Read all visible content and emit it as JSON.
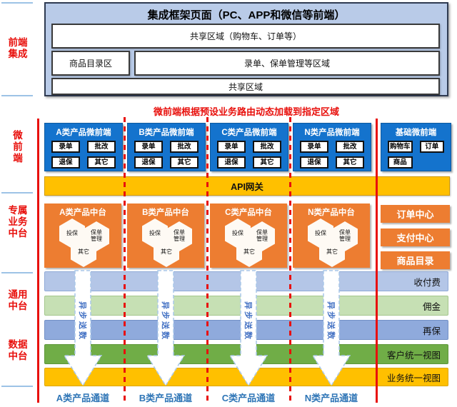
{
  "sections": {
    "frontend": {
      "label": "前端集成"
    },
    "micro": {
      "label": "微前端"
    },
    "business": {
      "label": "专属业务中台"
    },
    "common": {
      "label": "通用中台"
    },
    "data": {
      "label": "数据中台"
    }
  },
  "integration_frame": {
    "title": "集成框架页面（PC、APP和微信等前端）",
    "shared_top": "共享区域（购物车、订单等）",
    "catalog_area": "商品目录区",
    "order_area": "录单、保单管理等区域",
    "shared_bottom": "共享区域"
  },
  "routing_note": "微前端根据预设业务路由动态加载到指定区域",
  "micro_frontends": [
    {
      "title": "A类产品微前端",
      "chips": [
        "录单",
        "批改",
        "退保",
        "其它"
      ]
    },
    {
      "title": "B类产品微前端",
      "chips": [
        "录单",
        "批改",
        "退保",
        "其它"
      ]
    },
    {
      "title": "C类产品微前端",
      "chips": [
        "录单",
        "批改",
        "退保",
        "其它"
      ]
    },
    {
      "title": "N类产品微前端",
      "chips": [
        "录单",
        "批改",
        "退保",
        "其它"
      ]
    },
    {
      "title": "基础微前端",
      "chips": [
        "购物车",
        "订单",
        "商品"
      ]
    }
  ],
  "api_gateway_label": "API网关",
  "product_platforms": [
    {
      "title": "A类产品中台",
      "hexagons": [
        "投保",
        "保单管理",
        "其它"
      ]
    },
    {
      "title": "B类产品中台",
      "hexagons": [
        "投保",
        "保单管理",
        "其它"
      ]
    },
    {
      "title": "C类产品中台",
      "hexagons": [
        "投保",
        "保单管理",
        "其它"
      ]
    },
    {
      "title": "N类产品中台",
      "hexagons": [
        "投保",
        "保单管理",
        "其它"
      ]
    }
  ],
  "center_services": [
    "订单中心",
    "支付中心",
    "商品目录"
  ],
  "platform_bars": [
    {
      "label": "收付费",
      "fill": "#b4c6e7",
      "border": "#8ea9d6"
    },
    {
      "label": "佣金",
      "fill": "#c6e0b4",
      "border": "#a3c68c"
    },
    {
      "label": "再保",
      "fill": "#8faadc",
      "border": "#7290c6"
    },
    {
      "label": "客户统一视图",
      "fill": "#70ad47",
      "border": "#5d9638"
    },
    {
      "label": "业务统一视图",
      "fill": "#ffc000",
      "border": "#dda700"
    }
  ],
  "async_arrow_label": "异步送数",
  "channels": [
    "A类产品通道",
    "B类产品通道",
    "C类产品通道",
    "N类产品通道"
  ],
  "colors": {
    "micro_blue": "#1473cd",
    "platform_orange": "#ed7d31",
    "gateway_amber": "#ffc000",
    "frame_blue": "#b9cbe8",
    "label_red": "#e8100c",
    "channel_blue": "#2e75b6",
    "arrow_text_blue": "#4472c4",
    "divider_blue": "#9dc3e6"
  }
}
